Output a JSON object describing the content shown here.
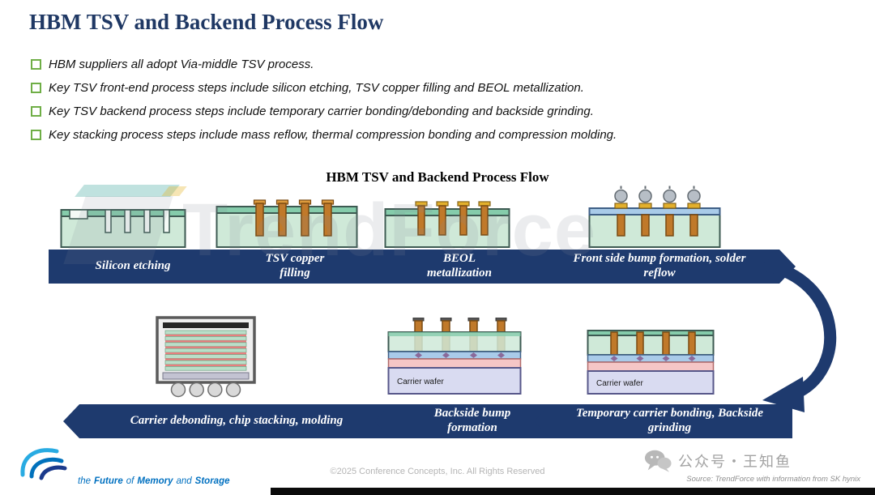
{
  "slide": {
    "title": "HBM TSV and Backend Process Flow",
    "bullets": [
      "HBM suppliers all adopt Via-middle TSV process.",
      "Key TSV front-end process steps include silicon etching, TSV copper filling and BEOL metallization.",
      "Key TSV backend process steps include temporary carrier bonding/debonding and backside grinding.",
      "Key stacking process steps include mass reflow, thermal compression bonding and compression molding."
    ],
    "diagram_title": "HBM TSV and Backend Process Flow"
  },
  "flow": {
    "top_steps": [
      {
        "label": "Silicon etching"
      },
      {
        "label": "TSV copper filling"
      },
      {
        "label": "BEOL metallization"
      },
      {
        "label": "Front side bump formation, solder reflow"
      }
    ],
    "bottom_steps": [
      {
        "label": "Carrier debonding, chip stacking, molding"
      },
      {
        "label": "Backside bump formation"
      },
      {
        "label": "Temporary carrier bonding, Backside grinding"
      }
    ],
    "carrier_wafer_label": "Carrier wafer"
  },
  "footer": {
    "copyright": "©2025 Conference Concepts, Inc. All Rights Reserved",
    "source": "Source: TrendForce with information from SK hynix",
    "tagline": {
      "part1": "the",
      "part2": "Future",
      "part3": "of",
      "part4": "Memory",
      "part5": "and",
      "part6": "Storage"
    },
    "wechat_watermark": "公众号・王知鱼"
  },
  "watermark": {
    "text": "TrendForce"
  },
  "colors": {
    "title_navy": "#1F3864",
    "arrow_navy": "#1e3a6e",
    "bullet_green": "#6FAE46",
    "footer_blue": "#0070C0",
    "copper": "#c0792a",
    "chip_green": "#cfe9d8"
  }
}
